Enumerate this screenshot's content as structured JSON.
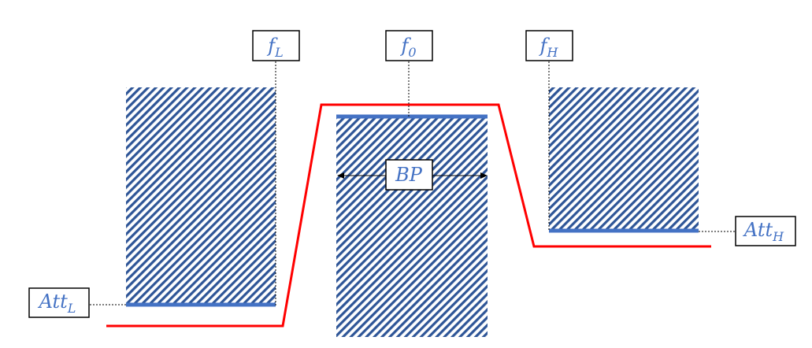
{
  "labels": {
    "f_low": {
      "main": "f",
      "sub": "L"
    },
    "f_center": {
      "main": "f",
      "sub": "0"
    },
    "f_high": {
      "main": "f",
      "sub": "H"
    },
    "bandpass": {
      "main": "BP",
      "sub": ""
    },
    "att_low": {
      "main": "Att",
      "sub": "L"
    },
    "att_high": {
      "main": "Att",
      "sub": "H"
    }
  },
  "colors": {
    "response_curve": "#ff0000",
    "hatch": "#2e5597",
    "level_line": "#4472c4",
    "label_text": "#4472c4",
    "box_border": "#000000"
  }
}
